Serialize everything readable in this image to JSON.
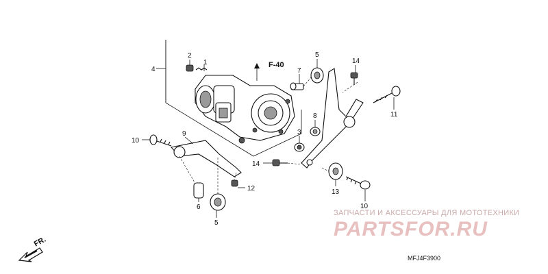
{
  "diagram": {
    "callouts": [
      "1",
      "2",
      "3",
      "4",
      "5",
      "5",
      "6",
      "7",
      "8",
      "9",
      "10",
      "10",
      "11",
      "12",
      "13",
      "14",
      "14"
    ],
    "ref_tag": "F-40",
    "front_mark": "FR.",
    "drawing_code": "MFJ4F3900"
  },
  "watermark": {
    "subtitle": "ЗАПЧАСТИ И АКСЕССУАРЫ ДЛЯ МОТОТЕХНИКИ",
    "logo": "PARTSFOR.RU",
    "color": "#e8c0c0"
  }
}
